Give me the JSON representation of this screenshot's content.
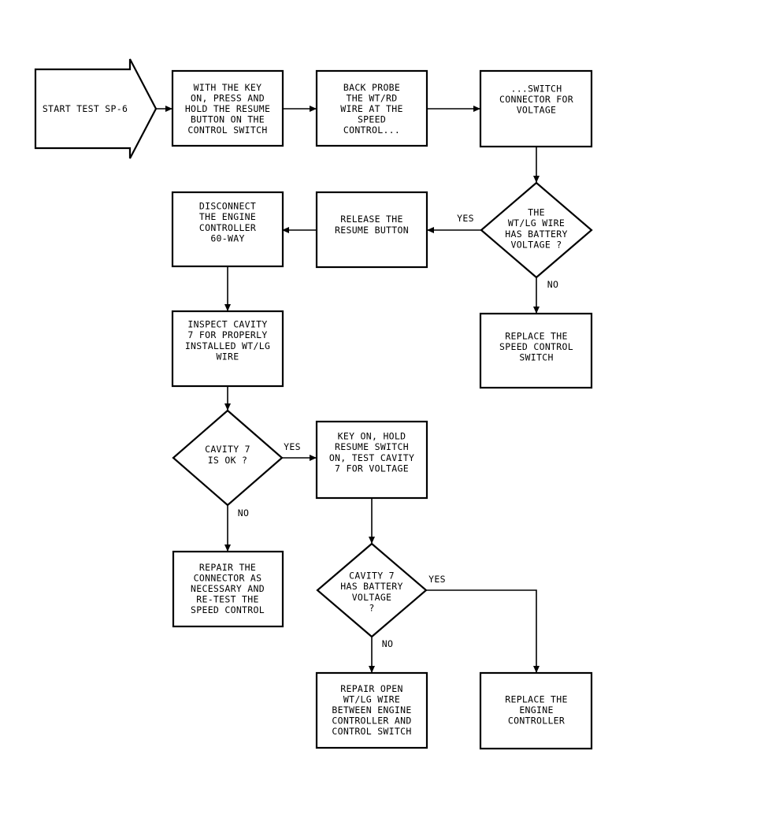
{
  "nodes": [
    {
      "id": "start",
      "shape": "arrow",
      "lines": [
        "START TEST SP-6"
      ]
    },
    {
      "id": "n1",
      "shape": "rect",
      "lines": [
        "WITH THE KEY",
        "ON, PRESS AND",
        "HOLD THE RESUME",
        "BUTTON ON THE",
        "CONTROL SWITCH"
      ]
    },
    {
      "id": "n2",
      "shape": "rect",
      "lines": [
        "BACK PROBE",
        "THE WT/RD",
        "WIRE AT THE",
        "SPEED",
        "CONTROL..."
      ]
    },
    {
      "id": "n3",
      "shape": "rect",
      "lines": [
        "...SWITCH",
        "CONNECTOR FOR",
        "VOLTAGE"
      ]
    },
    {
      "id": "d1",
      "shape": "diamond",
      "lines": [
        "THE",
        "WT/LG WIRE",
        "HAS BATTERY",
        "VOLTAGE ?"
      ]
    },
    {
      "id": "n4",
      "shape": "rect",
      "lines": [
        "RELEASE THE",
        "RESUME BUTTON"
      ]
    },
    {
      "id": "n5",
      "shape": "rect",
      "lines": [
        "DISCONNECT",
        "THE ENGINE",
        "CONTROLLER",
        "60-WAY"
      ]
    },
    {
      "id": "n6",
      "shape": "rect",
      "lines": [
        "REPLACE THE",
        "SPEED CONTROL",
        "SWITCH"
      ]
    },
    {
      "id": "n7",
      "shape": "rect",
      "lines": [
        "INSPECT CAVITY",
        "7 FOR PROPERLY",
        "INSTALLED WT/LG",
        "WIRE"
      ]
    },
    {
      "id": "d2",
      "shape": "diamond",
      "lines": [
        "CAVITY 7",
        "IS OK ?"
      ]
    },
    {
      "id": "n8",
      "shape": "rect",
      "lines": [
        "KEY ON, HOLD",
        "RESUME SWITCH",
        "ON, TEST CAVITY",
        "7 FOR VOLTAGE"
      ]
    },
    {
      "id": "n9",
      "shape": "rect",
      "lines": [
        "REPAIR THE",
        "CONNECTOR AS",
        "NECESSARY AND",
        "RE-TEST THE",
        "SPEED CONTROL"
      ]
    },
    {
      "id": "d3",
      "shape": "diamond",
      "lines": [
        "CAVITY 7",
        "HAS BATTERY",
        "VOLTAGE",
        "?"
      ]
    },
    {
      "id": "n10",
      "shape": "rect",
      "lines": [
        "REPAIR OPEN",
        "WT/LG WIRE",
        "BETWEEN ENGINE",
        "CONTROLLER AND",
        "CONTROL SWITCH"
      ]
    },
    {
      "id": "n11",
      "shape": "rect",
      "lines": [
        "REPLACE THE",
        "ENGINE",
        "CONTROLLER"
      ]
    }
  ],
  "edges": [
    {
      "from": "start",
      "to": "n1",
      "label": ""
    },
    {
      "from": "n1",
      "to": "n2",
      "label": ""
    },
    {
      "from": "n2",
      "to": "n3",
      "label": ""
    },
    {
      "from": "n3",
      "to": "d1",
      "label": ""
    },
    {
      "from": "d1",
      "to": "n4",
      "label": "YES"
    },
    {
      "from": "d1",
      "to": "n6",
      "label": "NO"
    },
    {
      "from": "n4",
      "to": "n5",
      "label": ""
    },
    {
      "from": "n5",
      "to": "n7",
      "label": ""
    },
    {
      "from": "n7",
      "to": "d2",
      "label": ""
    },
    {
      "from": "d2",
      "to": "n8",
      "label": "YES"
    },
    {
      "from": "d2",
      "to": "n9",
      "label": "NO"
    },
    {
      "from": "n8",
      "to": "d3",
      "label": ""
    },
    {
      "from": "d3",
      "to": "n10",
      "label": "NO"
    },
    {
      "from": "d3",
      "to": "n11",
      "label": "YES"
    }
  ],
  "colors": {
    "line": "#000000",
    "background": "#ffffff"
  }
}
